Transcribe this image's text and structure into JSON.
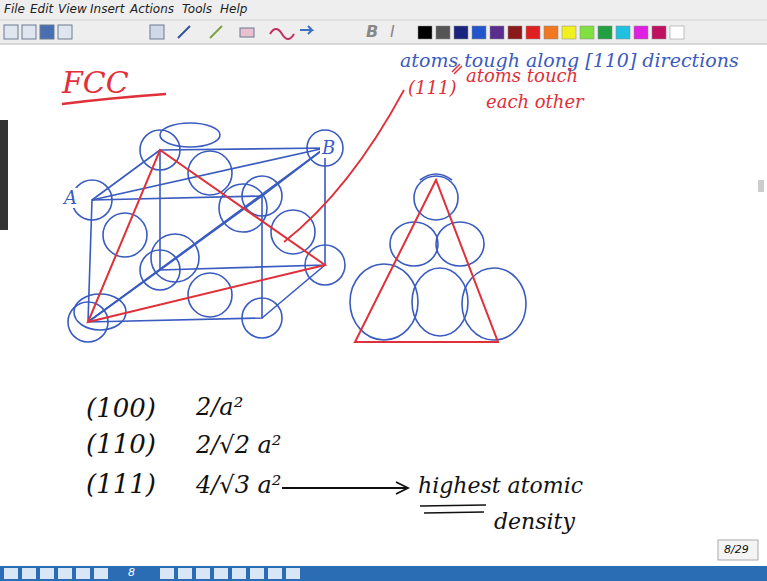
{
  "diagram": {
    "labels": [
      "File",
      "Edit",
      "View",
      "Insert",
      "Actions",
      "Tools",
      "Help",
      "FCC",
      "atoms tough along [110] directions",
      "A",
      "B",
      "(111)",
      "atoms touch",
      "each other",
      "(100)",
      "2/a²",
      "(110)",
      "2/√2 a²",
      "(111)",
      "4/√3 a²",
      "highest atomic",
      "density",
      "8/29",
      "8",
      "B",
      "I"
    ]
  }
}
